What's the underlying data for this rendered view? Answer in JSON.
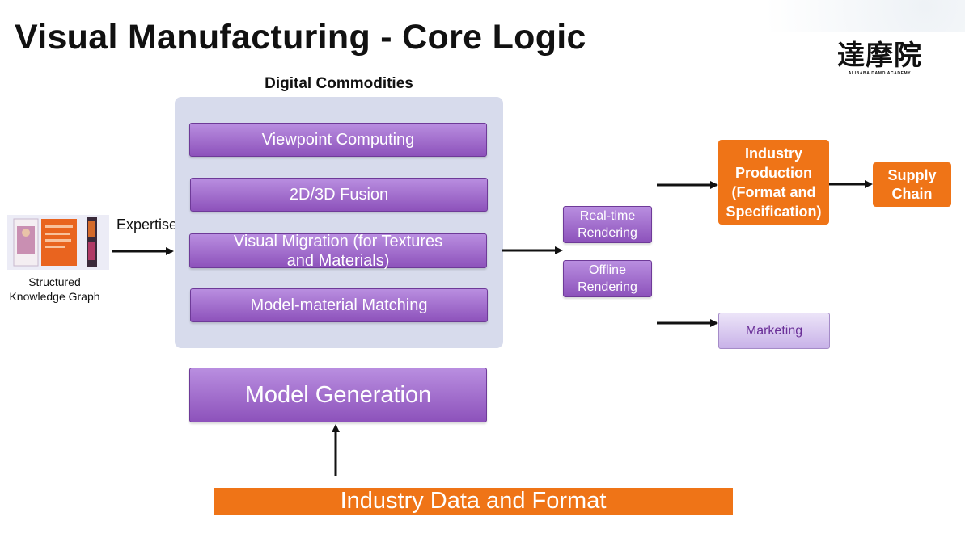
{
  "title": "Visual Manufacturing - Core Logic",
  "logo": {
    "mark": "達摩院",
    "subtitle": "ALIBABA DAMO ACADEMY"
  },
  "knowledge_graph": {
    "caption_line1": "Structured",
    "caption_line2": "Knowledge Graph"
  },
  "expertise_label": "Expertise",
  "digital_commodities": {
    "title": "Digital Commodities",
    "items": [
      "Viewpoint Computing",
      "2D/3D Fusion",
      "Visual Migration (for Textures and Materials)",
      "Model-material Matching"
    ]
  },
  "model_generation": "Model Generation",
  "industry_data": "Industry Data and Format",
  "rendering": {
    "realtime": "Real-time Rendering",
    "offline": "Offline Rendering"
  },
  "industry_production": "Industry Production (Format and Specification)",
  "supply_chain": "Supply Chain",
  "marketing": "Marketing",
  "colors": {
    "purple": "#9b62c8",
    "panel": "#d7dbec",
    "orange": "#ef7417"
  }
}
